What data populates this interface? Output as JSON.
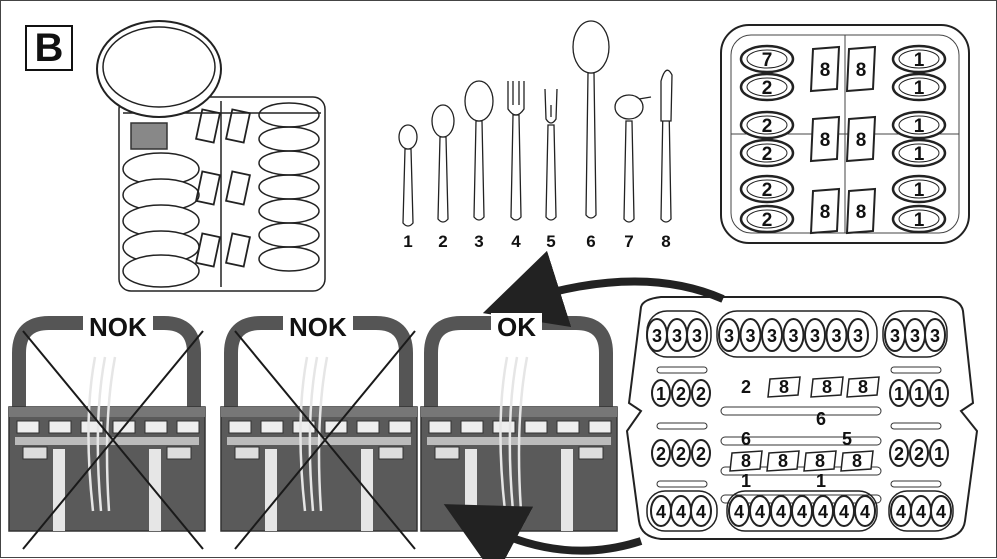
{
  "panel_letter": "B",
  "cutlery": {
    "numbers": [
      "1",
      "2",
      "3",
      "4",
      "5",
      "6",
      "7",
      "8"
    ],
    "names": [
      "teaspoon",
      "dessert-spoon",
      "tablespoon",
      "fork",
      "serving-fork",
      "serving-spoon",
      "ladle",
      "knife"
    ]
  },
  "top_tray": {
    "left_col": [
      "7",
      "2",
      "2",
      "2",
      "2",
      "2"
    ],
    "middle": [
      [
        "8",
        "8"
      ],
      [
        "8",
        "8"
      ],
      [
        "8",
        "8"
      ]
    ],
    "right_col": [
      "1",
      "1",
      "1",
      "1",
      "1",
      "1"
    ]
  },
  "verdicts": [
    "NOK",
    "NOK",
    "OK"
  ],
  "bottom_tray": {
    "top_left": [
      "3",
      "3",
      "3"
    ],
    "top_center": [
      "3",
      "3",
      "3",
      "3",
      "3",
      "3",
      "3"
    ],
    "top_right": [
      "3",
      "3",
      "3"
    ],
    "row2_left": [
      "1",
      "2",
      "2"
    ],
    "row2_center": [
      "2",
      "8",
      "8",
      "8"
    ],
    "row2_right": [
      "1",
      "1",
      "1"
    ],
    "six_upper": "6",
    "six_lower": "6",
    "five": "5",
    "row4_left": [
      "2",
      "2",
      "2"
    ],
    "row4_center": [
      "8",
      "8",
      "8",
      "8"
    ],
    "row4_right": [
      "2",
      "2",
      "1"
    ],
    "ones": [
      "1",
      "1"
    ],
    "bottom_left": [
      "4",
      "4",
      "4"
    ],
    "bottom_center": [
      "4",
      "4",
      "4",
      "4",
      "4",
      "4",
      "4"
    ],
    "bottom_right": [
      "4",
      "4",
      "4"
    ]
  },
  "colors": {
    "line": "#222222",
    "basket": "#555555",
    "cross": "#1a1a1a"
  }
}
